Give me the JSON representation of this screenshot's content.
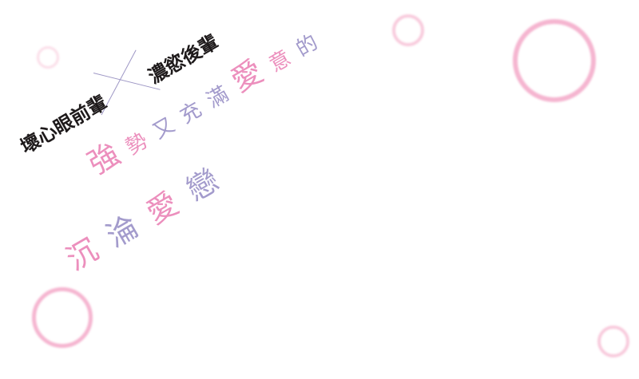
{
  "colors": {
    "pink": "#ec8fbd",
    "purple": "#a39bcc",
    "dark": "#1e1a1b",
    "bubble": "#f4b4cf"
  },
  "title": {
    "left": "壞心眼前輩",
    "right": "濃慾後輩"
  },
  "slogan": {
    "line1": [
      {
        "char": "強",
        "tone": "pink",
        "size": "large"
      },
      {
        "char": "勢",
        "tone": "pink",
        "size": "small"
      },
      {
        "char": "又",
        "tone": "purple",
        "size": "small"
      },
      {
        "char": "充",
        "tone": "purple",
        "size": "small"
      },
      {
        "char": "滿",
        "tone": "purple",
        "size": "small"
      },
      {
        "char": "愛",
        "tone": "pink",
        "size": "large"
      },
      {
        "char": "意",
        "tone": "pink",
        "size": "small"
      },
      {
        "char": "的",
        "tone": "purple",
        "size": "small"
      }
    ],
    "line2": [
      {
        "char": "沉",
        "tone": "pink",
        "size": "large"
      },
      {
        "char": "淪",
        "tone": "purple",
        "size": "large"
      },
      {
        "char": "愛",
        "tone": "pink",
        "size": "large"
      },
      {
        "char": "戀",
        "tone": "purple",
        "size": "large"
      }
    ]
  }
}
